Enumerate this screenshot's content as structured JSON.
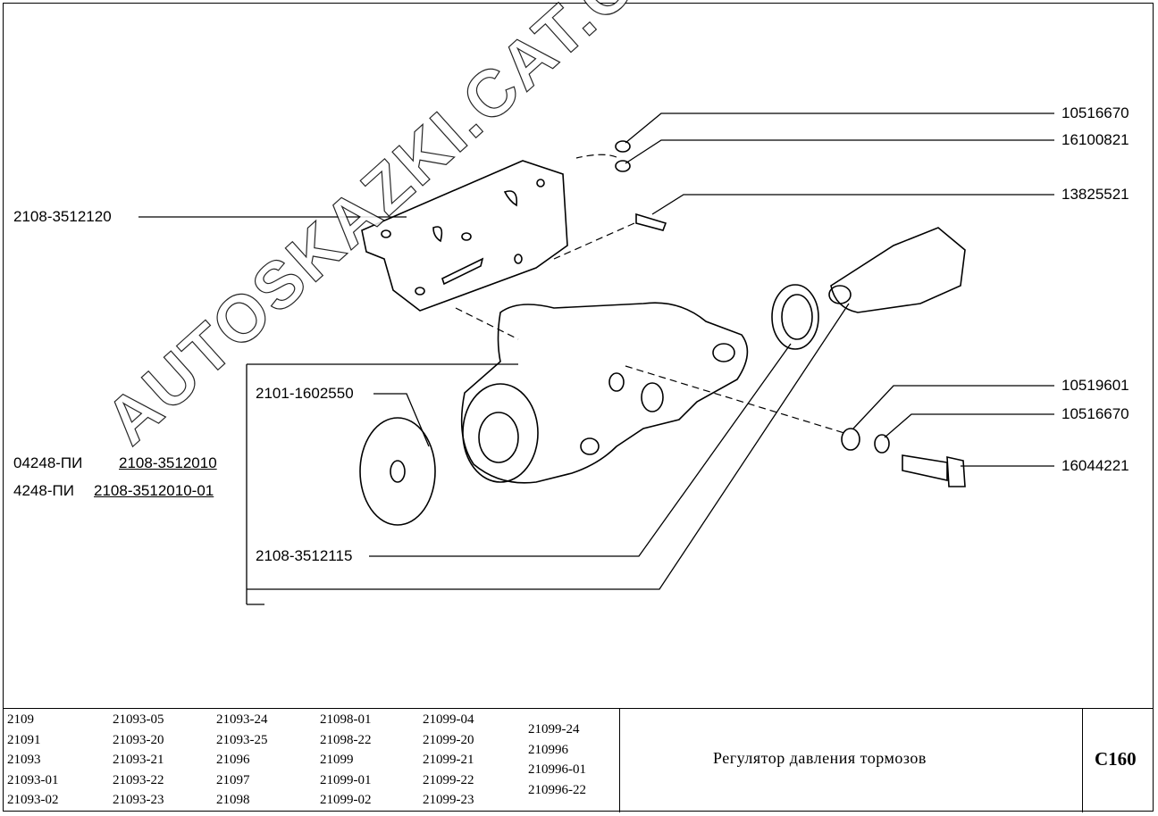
{
  "watermark": "AUTOSKAZKI.CAT.ONLINE",
  "callouts": {
    "nut_1": "10516670",
    "washer_1": "16100821",
    "bolt_1": "13825521",
    "bracket": "2108-3512120",
    "boot": "2101-1602550",
    "washer_2": "10519601",
    "washer_3": "10516670",
    "bolt_2": "16044221",
    "gasket": "2108-3512115"
  },
  "assembly": [
    {
      "code": "04248-ПИ",
      "part": "2108-3512010"
    },
    {
      "code": "4248-ПИ",
      "part": "2108-3512010-01"
    }
  ],
  "models": [
    [
      "2109",
      "21091",
      "21093",
      "21093-01",
      "21093-02"
    ],
    [
      "21093-05",
      "21093-20",
      "21093-21",
      "21093-22",
      "21093-23"
    ],
    [
      "21093-24",
      "21093-25",
      "21096",
      "21097",
      "21098"
    ],
    [
      "21098-01",
      "21098-22",
      "21099",
      "21099-01",
      "21099-02"
    ],
    [
      "21099-04",
      "21099-20",
      "21099-21",
      "21099-22",
      "21099-23"
    ],
    [
      "21099-24",
      "210996",
      "210996-01",
      "210996-22"
    ]
  ],
  "title": "Регулятор давления тормозов",
  "page_code": "C160"
}
